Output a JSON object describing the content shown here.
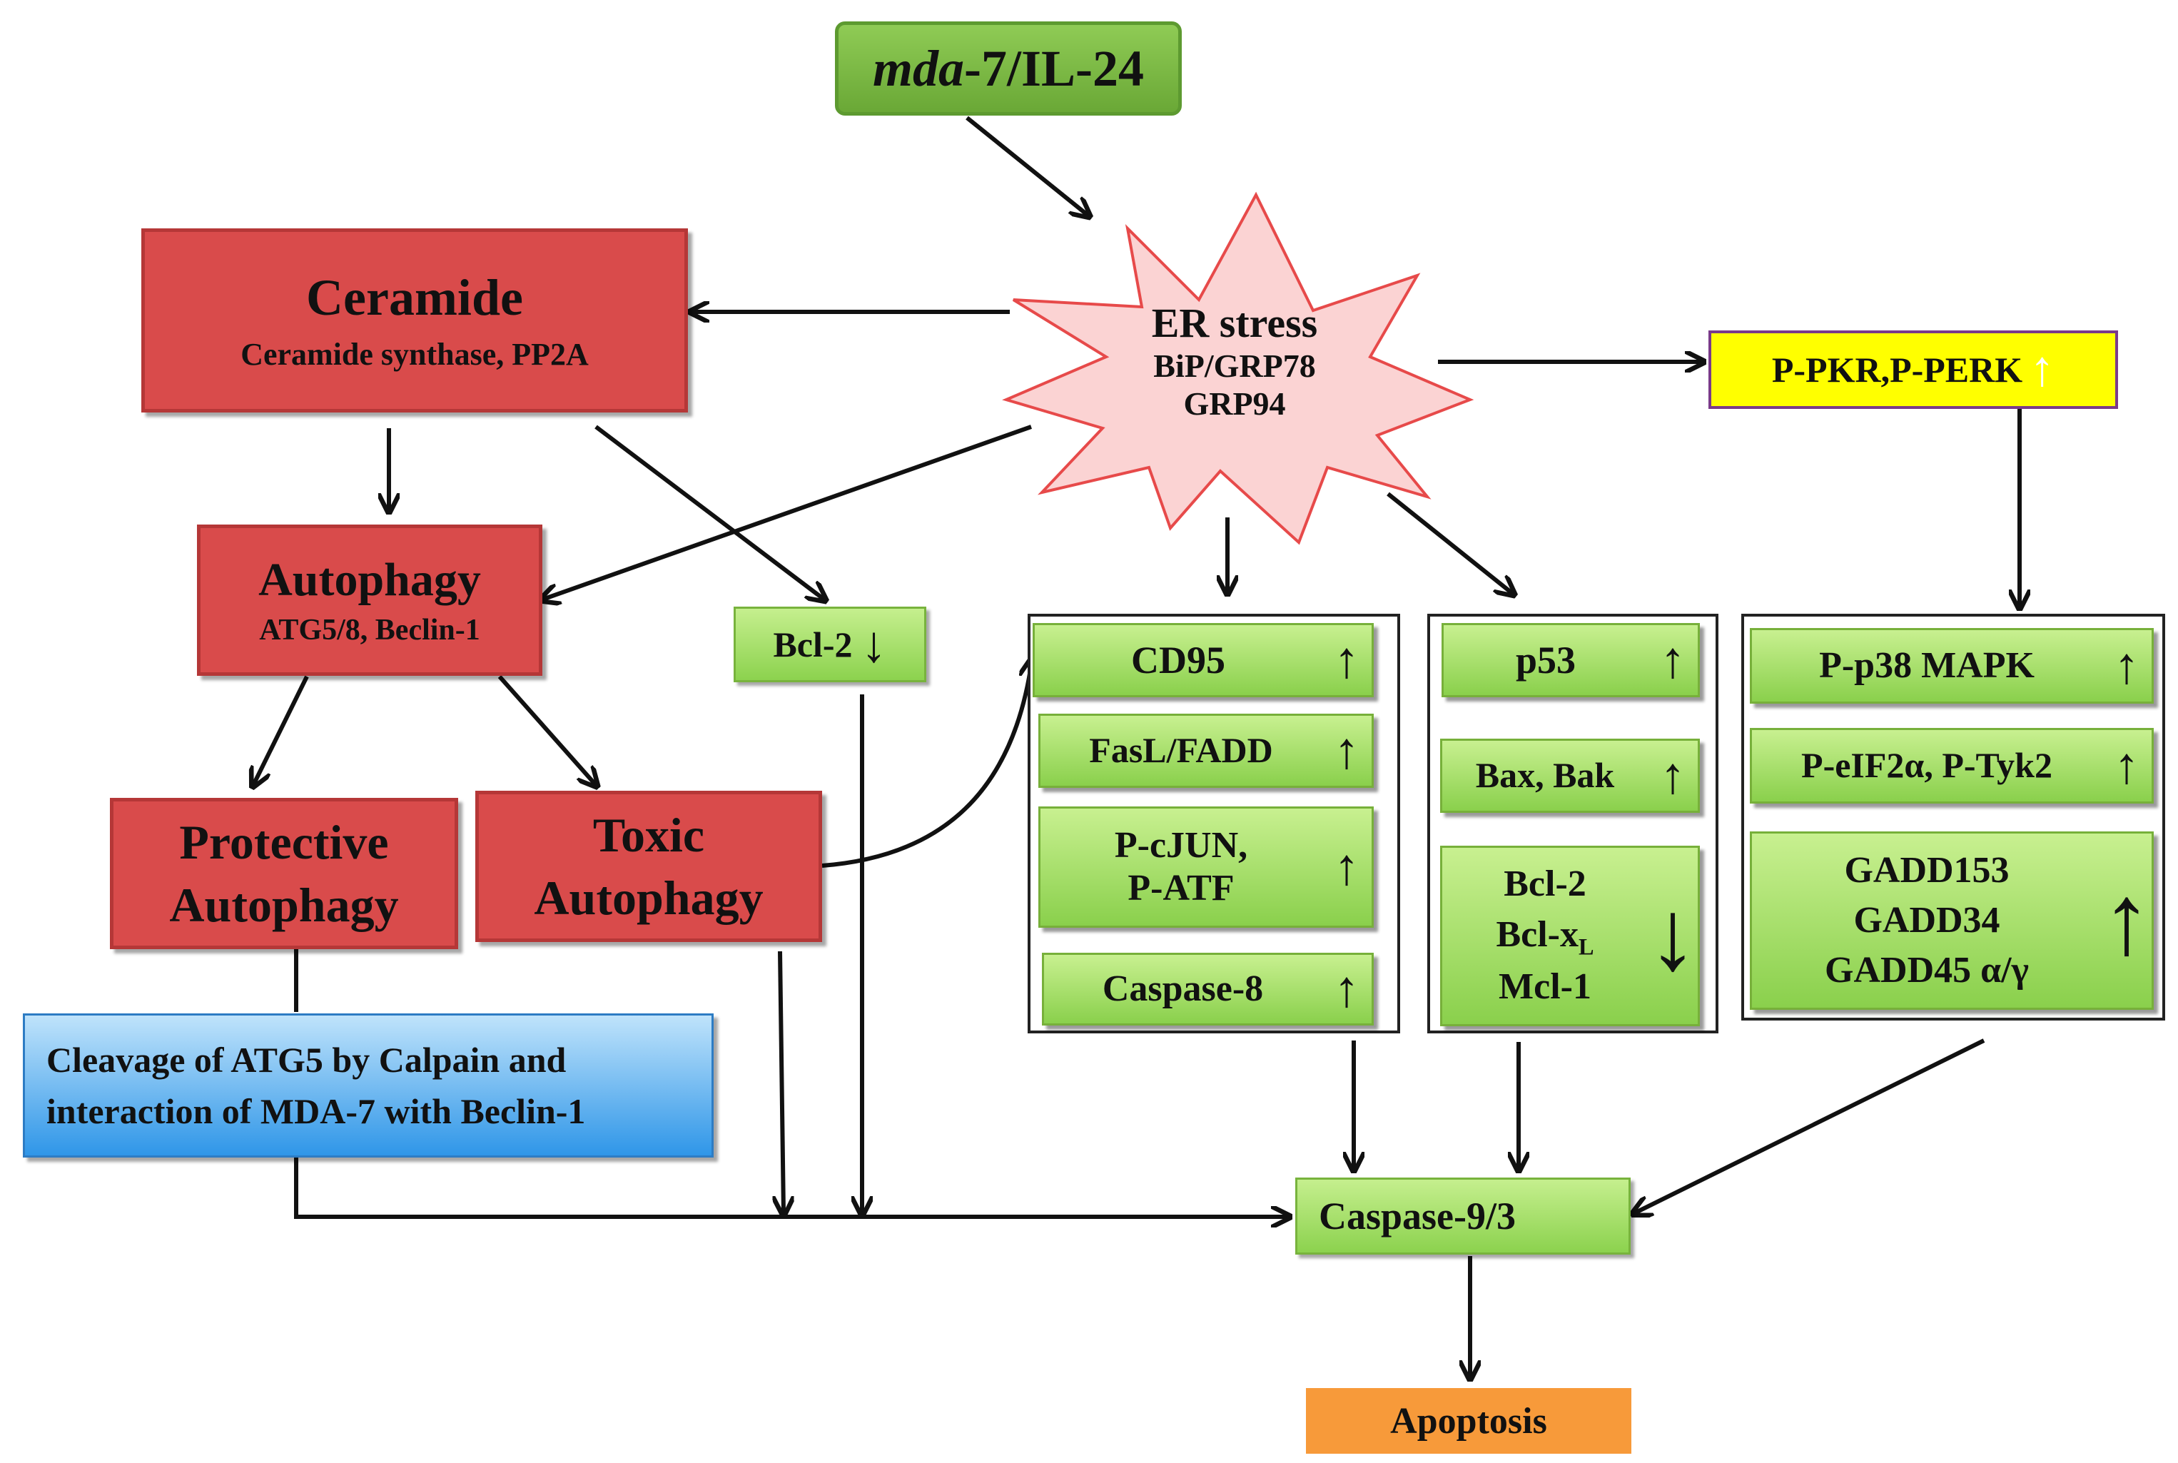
{
  "nodes": {
    "mda7": {
      "name_italic": "mda",
      "name_rest": "-7/IL-24"
    },
    "er_stress": {
      "title": "ER stress",
      "line1": "BiP/GRP78",
      "line2": "GRP94"
    },
    "ceramide": {
      "title": "Ceramide",
      "subtitle": "Ceramide synthase, PP2A"
    },
    "autophagy": {
      "title": "Autophagy",
      "subtitle": "ATG5/8, Beclin-1"
    },
    "protective": {
      "line1": "Protective",
      "line2": "Autophagy"
    },
    "toxic": {
      "line1": "Toxic",
      "line2": "Autophagy"
    },
    "bcl2_top": {
      "label": "Bcl-2",
      "arrow": "↓"
    },
    "cleavage": {
      "line1": "Cleavage of ATG5 by Calpain  and",
      "line2": "interaction of MDA-7 with Beclin-1"
    },
    "pkr": {
      "label": "P-PKR,P-PERK",
      "arrow": "↑"
    },
    "caspase93": {
      "label": "Caspase-9/3"
    },
    "apoptosis": {
      "label": "Apoptosis"
    }
  },
  "panel_left": [
    {
      "line1": "CD95",
      "line2": "",
      "arrow": "↑"
    },
    {
      "line1": "FasL/FADD",
      "line2": "",
      "arrow": "↑"
    },
    {
      "line1": "P-cJUN,",
      "line2": "P-ATF",
      "arrow": "↑"
    },
    {
      "line1": "Caspase-8",
      "line2": "",
      "arrow": "↑"
    }
  ],
  "panel_mid": {
    "p53": {
      "label": "p53",
      "arrow": "↑"
    },
    "bax": {
      "label": "Bax, Bak",
      "arrow": "↑"
    },
    "bcl_group": {
      "line1": "Bcl-2",
      "line2_main": "Bcl-x",
      "line2_sub": "L",
      "line3": "Mcl-1",
      "arrow": "↓"
    }
  },
  "panel_right": [
    {
      "line1": "P-p38 MAPK",
      "arrow": "↑"
    },
    {
      "line1": "P-eIF2α, P-Tyk2",
      "arrow": "↑"
    },
    {
      "line1": "GADD153",
      "line2": "GADD34",
      "line3": "GADD45 α/γ",
      "arrow": "↑"
    }
  ],
  "colors": {
    "red": "#d94b4b",
    "green": "#8cd24e",
    "mda_green": "#6fae3a",
    "er_pink": "#fbd3d3",
    "yellow": "#ffff00",
    "orange": "#f79a3a",
    "blue": "#2f96e8"
  }
}
